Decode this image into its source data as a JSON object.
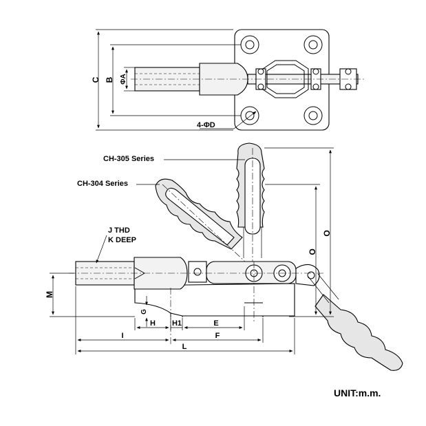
{
  "top_view": {
    "dim_c": "C",
    "dim_b": "B",
    "dim_a": "ΦA",
    "dim_d": "4-ΦD"
  },
  "side_view": {
    "series_305": "CH-305 Series",
    "series_304": "CH-304 Series",
    "thread_line1": "J  THD",
    "thread_line2": "K DEEP",
    "dim_m": "M",
    "dim_g": "G",
    "dim_h": "H",
    "dim_h1": "H1",
    "dim_e": "E",
    "dim_i": "I",
    "dim_f": "F",
    "dim_l": "L",
    "dim_o1": "O",
    "dim_o2": "O"
  },
  "unit_label": "UNIT:m.m."
}
